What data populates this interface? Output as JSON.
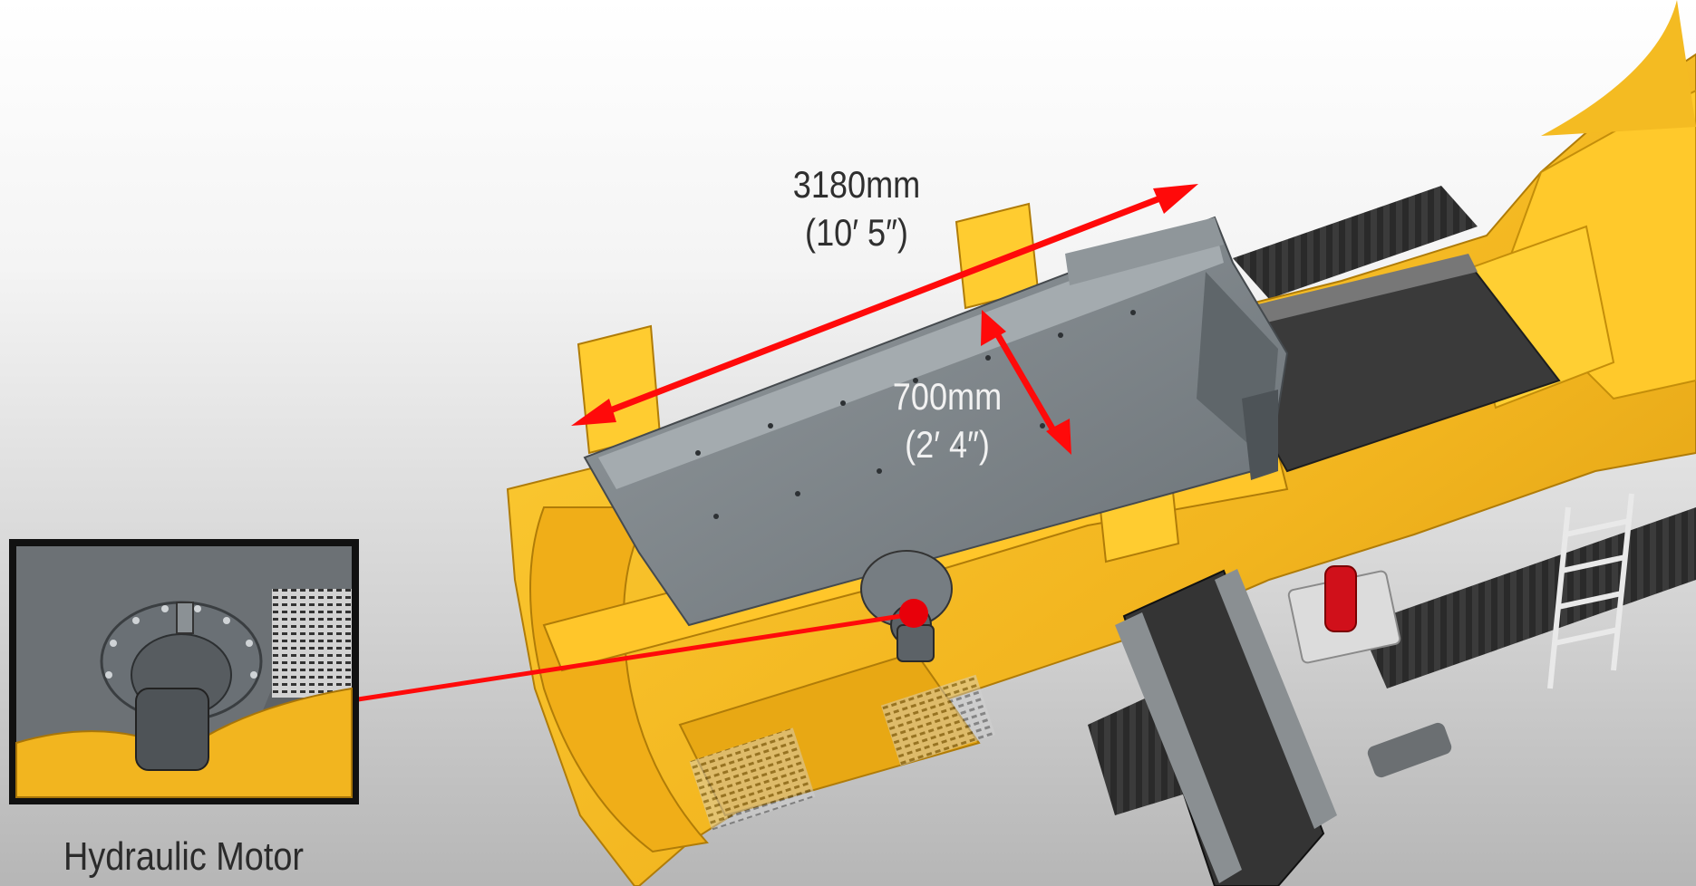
{
  "dimensions": {
    "length": {
      "metric": "3180mm",
      "imperial": "(10′ 5″)"
    },
    "width": {
      "metric": "700mm",
      "imperial": "(2′ 4″)"
    }
  },
  "inset": {
    "caption": "Hydraulic Motor"
  },
  "colors": {
    "machine_yellow": "#f2b51f",
    "feeder_grey": "#7b8287",
    "arrow_red": "#ff0a0a",
    "track_dark": "#2a2a2a"
  }
}
